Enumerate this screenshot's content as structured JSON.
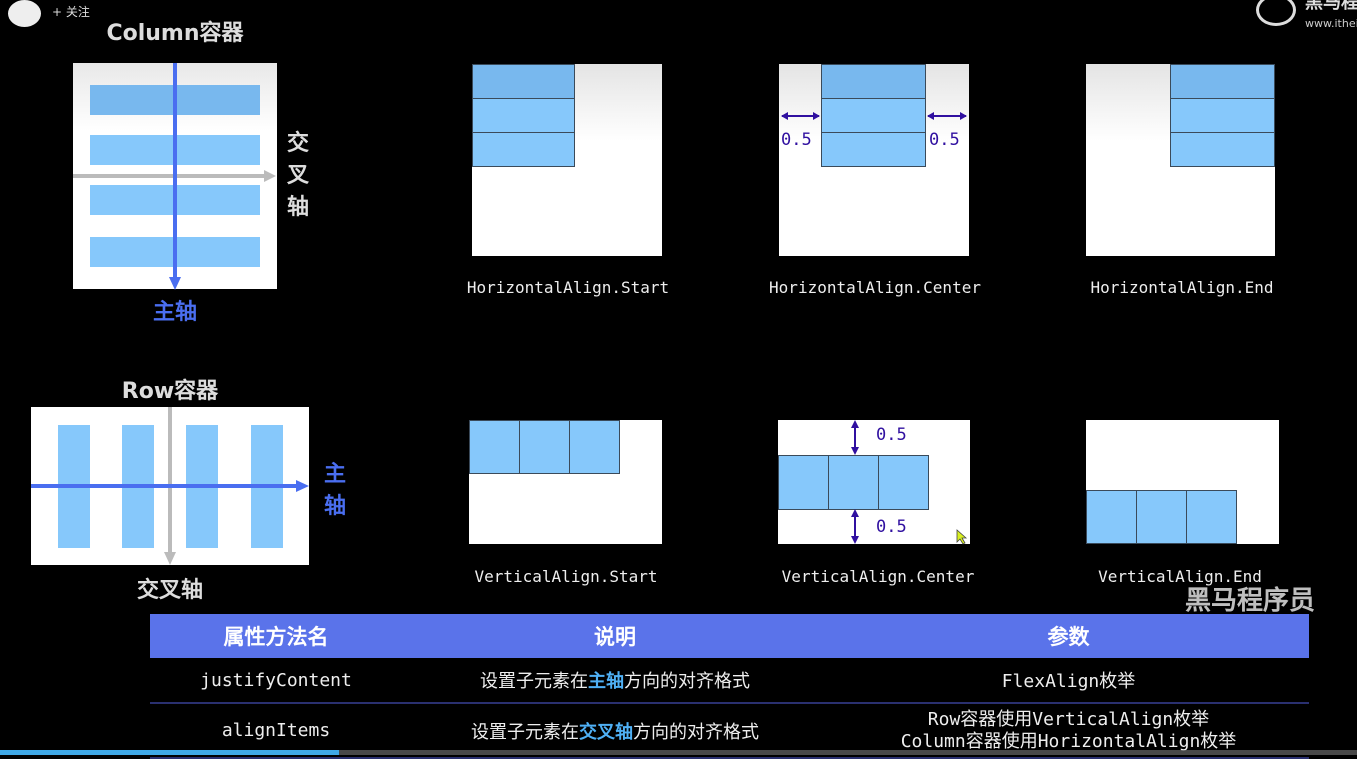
{
  "top_bar": {
    "follow_label": "+ 关注",
    "brand_name": "黑马程序员",
    "brand_url": "www.itheima"
  },
  "column_diagram": {
    "title": "Column容器",
    "main_axis": "主轴",
    "cross_axis": "交叉轴"
  },
  "row_diagram": {
    "title": "Row容器",
    "main_axis": "主轴",
    "cross_axis": "交叉轴"
  },
  "horizontal_examples": [
    {
      "label": "HorizontalAlign.Start"
    },
    {
      "label": "HorizontalAlign.Center",
      "gap_left": "0.5",
      "gap_right": "0.5"
    },
    {
      "label": "HorizontalAlign.End"
    }
  ],
  "vertical_examples": [
    {
      "label": "VerticalAlign.Start"
    },
    {
      "label": "VerticalAlign.Center",
      "gap_top": "0.5",
      "gap_bottom": "0.5"
    },
    {
      "label": "VerticalAlign.End"
    }
  ],
  "table": {
    "headers": [
      "属性方法名",
      "说明",
      "参数"
    ],
    "rows": [
      {
        "name": "justifyContent",
        "desc_pre": "设置子元素在",
        "desc_hl": "主轴",
        "desc_post": "方向的对齐格式",
        "param1": "FlexAlign枚举",
        "param2": ""
      },
      {
        "name": "alignItems",
        "desc_pre": "设置子元素在",
        "desc_hl": "交叉轴",
        "desc_post": "方向的对齐格式",
        "param1": "Row容器使用VerticalAlign枚举",
        "param2": "Column容器使用HorizontalAlign枚举"
      }
    ]
  },
  "watermark": "黑马程序员",
  "video_progress_percent": 25,
  "colors": {
    "accent": "#5a73ea",
    "item": "#86c8fb",
    "main_axis": "#4a6ef0",
    "highlight": "#4fb0f5"
  }
}
